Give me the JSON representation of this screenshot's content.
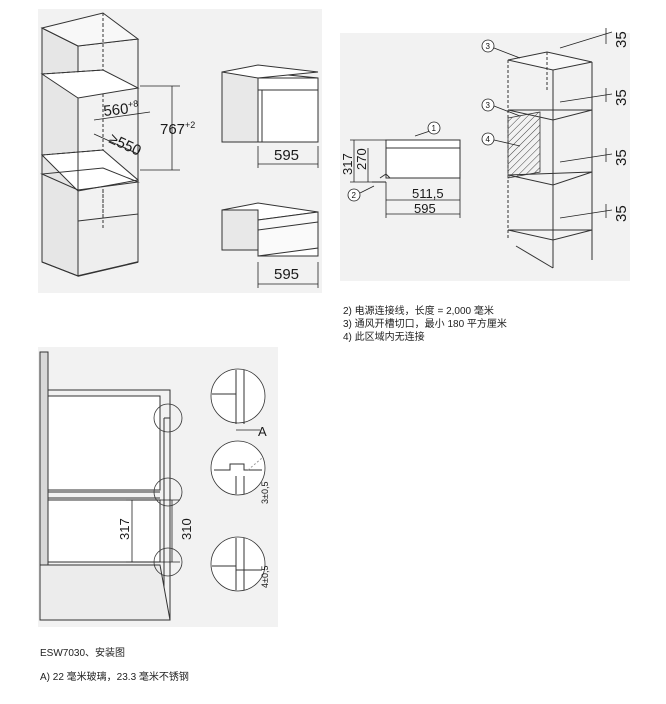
{
  "diagram_top_left": {
    "dim_width_top": "560",
    "dim_width_top_sup": "+8",
    "dim_height": "767",
    "dim_height_sup": "+2",
    "dim_depth": "≥550",
    "dim_device1_width": "595",
    "dim_device2_width": "595"
  },
  "diagram_top_right": {
    "callout_1": "1",
    "callout_2": "2",
    "callout_3a": "3",
    "callout_3b": "3",
    "callout_4": "4",
    "dim_317": "317",
    "dim_270": "270",
    "dim_511": "511,5",
    "dim_595": "595",
    "vent_35": [
      "35",
      "35",
      "35",
      "35"
    ]
  },
  "notes": [
    "2) 电源连接线，长度 = 2,000 毫米",
    "3) 通风开槽切口，最小 180 平方厘米",
    "4) 此区域内无连接"
  ],
  "diagram_bottom": {
    "dim_317": "317",
    "dim_310": "310",
    "label_A": "A",
    "dim_3": "3±0,5",
    "dim_4": "4±0,5"
  },
  "caption": "ESW7030、安装图",
  "footnote": "A) 22 毫米玻璃，23.3 毫米不锈钢"
}
